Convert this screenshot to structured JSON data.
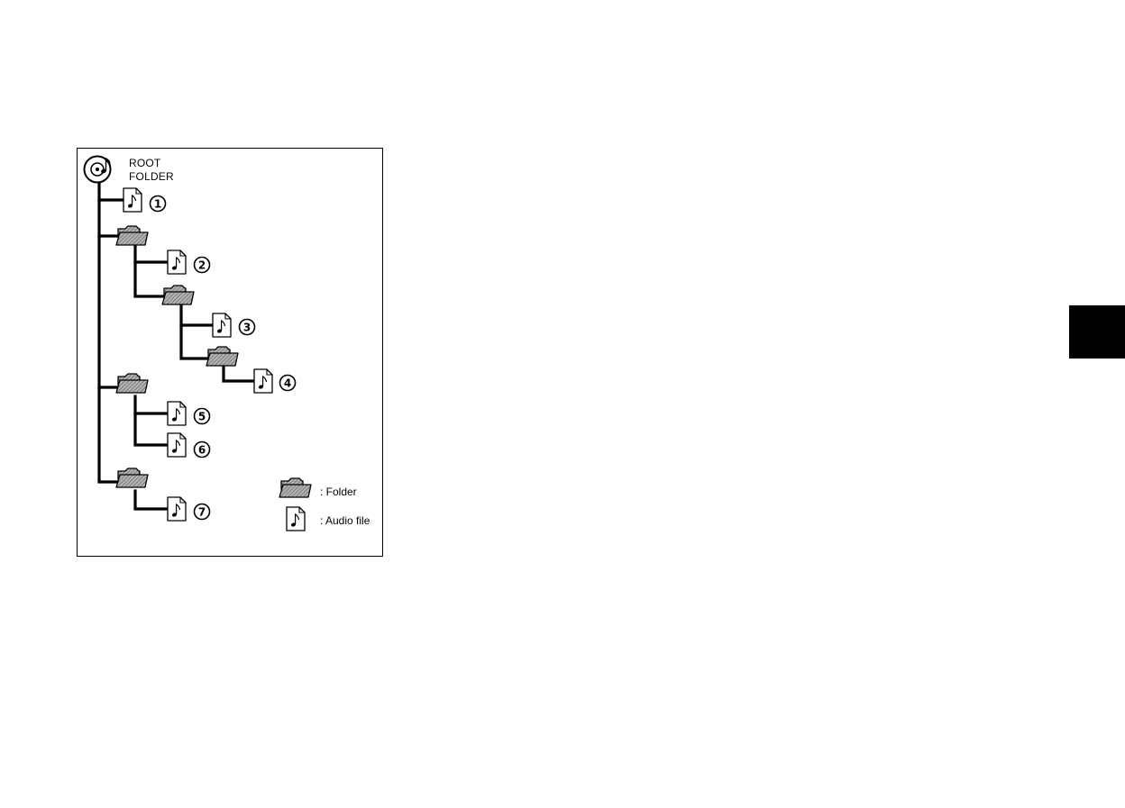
{
  "figure": {
    "root": {
      "label_line1": "ROOT",
      "label_line2": "FOLDER",
      "icon": "cd-disc-music-icon"
    },
    "tree": [
      {
        "type": "audio",
        "number": "1",
        "depth": 0
      },
      {
        "type": "folder",
        "depth": 0,
        "children": [
          {
            "type": "audio",
            "number": "2",
            "depth": 1
          },
          {
            "type": "folder",
            "depth": 1,
            "children": [
              {
                "type": "audio",
                "number": "3",
                "depth": 2
              },
              {
                "type": "folder",
                "depth": 2,
                "children": [
                  {
                    "type": "audio",
                    "number": "4",
                    "depth": 3
                  }
                ]
              }
            ]
          }
        ]
      },
      {
        "type": "folder",
        "depth": 0,
        "children": [
          {
            "type": "audio",
            "number": "5",
            "depth": 1
          },
          {
            "type": "audio",
            "number": "6",
            "depth": 1
          }
        ]
      },
      {
        "type": "folder",
        "depth": 0,
        "children": [
          {
            "type": "audio",
            "number": "7",
            "depth": 1
          }
        ]
      }
    ],
    "legend": {
      "folder_label": ":  Folder",
      "audio_label": ":  Audio file"
    }
  },
  "colors": {
    "line": "#000000",
    "folder_fill": "#9a9a9a",
    "page_bg": "#ffffff",
    "tab": "#000000"
  }
}
